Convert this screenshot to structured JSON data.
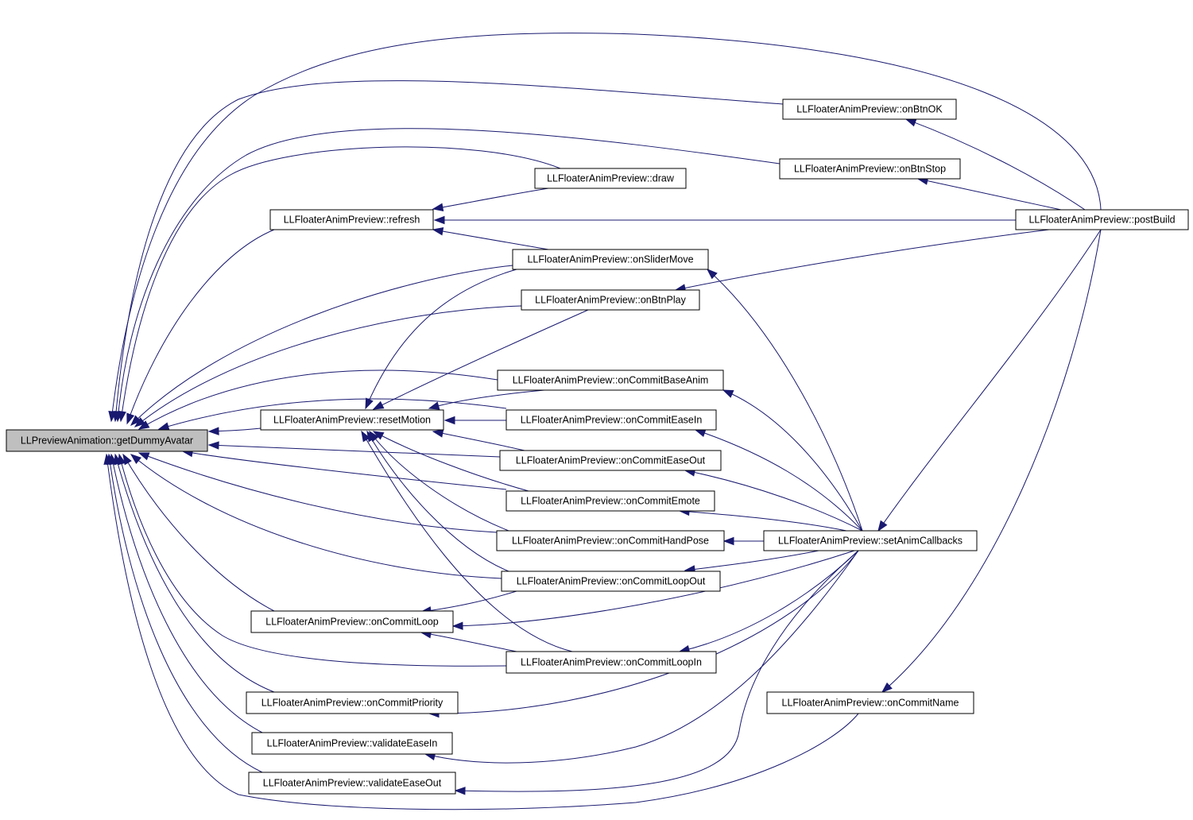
{
  "colors": {
    "edge": "#191970",
    "root_fill": "#bfbfbf",
    "node_fill": "#ffffff",
    "node_border": "#000000"
  },
  "nodes": {
    "root": "LLPreviewAnimation::getDummyAvatar",
    "onBtnOK": "LLFloaterAnimPreview::onBtnOK",
    "onBtnStop": "LLFloaterAnimPreview::onBtnStop",
    "draw": "LLFloaterAnimPreview::draw",
    "refresh": "LLFloaterAnimPreview::refresh",
    "postBuild": "LLFloaterAnimPreview::postBuild",
    "onSliderMove": "LLFloaterAnimPreview::onSliderMove",
    "onBtnPlay": "LLFloaterAnimPreview::onBtnPlay",
    "onCommitBaseAnim": "LLFloaterAnimPreview::onCommitBaseAnim",
    "resetMotion": "LLFloaterAnimPreview::resetMotion",
    "onCommitEaseIn": "LLFloaterAnimPreview::onCommitEaseIn",
    "onCommitEaseOut": "LLFloaterAnimPreview::onCommitEaseOut",
    "onCommitEmote": "LLFloaterAnimPreview::onCommitEmote",
    "onCommitHandPose": "LLFloaterAnimPreview::onCommitHandPose",
    "setAnimCallbacks": "LLFloaterAnimPreview::setAnimCallbacks",
    "onCommitLoopOut": "LLFloaterAnimPreview::onCommitLoopOut",
    "onCommitLoop": "LLFloaterAnimPreview::onCommitLoop",
    "onCommitLoopIn": "LLFloaterAnimPreview::onCommitLoopIn",
    "onCommitPriority": "LLFloaterAnimPreview::onCommitPriority",
    "onCommitName": "LLFloaterAnimPreview::onCommitName",
    "validateEaseIn": "LLFloaterAnimPreview::validateEaseIn",
    "validateEaseOut": "LLFloaterAnimPreview::validateEaseOut"
  },
  "edges": [
    [
      "onBtnOK",
      "root"
    ],
    [
      "onBtnStop",
      "root"
    ],
    [
      "draw",
      "root"
    ],
    [
      "refresh",
      "root"
    ],
    [
      "postBuild",
      "root"
    ],
    [
      "onSliderMove",
      "root"
    ],
    [
      "onBtnPlay",
      "root"
    ],
    [
      "onCommitBaseAnim",
      "root"
    ],
    [
      "resetMotion",
      "root"
    ],
    [
      "onCommitEaseIn",
      "root"
    ],
    [
      "onCommitEaseOut",
      "root"
    ],
    [
      "onCommitEmote",
      "root"
    ],
    [
      "onCommitHandPose",
      "root"
    ],
    [
      "onCommitLoopOut",
      "root"
    ],
    [
      "onCommitLoop",
      "root"
    ],
    [
      "onCommitLoopIn",
      "root"
    ],
    [
      "onCommitPriority",
      "root"
    ],
    [
      "validateEaseIn",
      "root"
    ],
    [
      "validateEaseOut",
      "root"
    ],
    [
      "onCommitName",
      "root"
    ],
    [
      "draw",
      "refresh"
    ],
    [
      "onSliderMove",
      "refresh"
    ],
    [
      "postBuild",
      "refresh"
    ],
    [
      "onSliderMove",
      "resetMotion"
    ],
    [
      "onBtnPlay",
      "resetMotion"
    ],
    [
      "onCommitBaseAnim",
      "resetMotion"
    ],
    [
      "onCommitEaseIn",
      "resetMotion"
    ],
    [
      "onCommitEaseOut",
      "resetMotion"
    ],
    [
      "onCommitEmote",
      "resetMotion"
    ],
    [
      "onCommitHandPose",
      "resetMotion"
    ],
    [
      "onCommitLoopOut",
      "resetMotion"
    ],
    [
      "onCommitLoopIn",
      "resetMotion"
    ],
    [
      "onCommitLoopOut",
      "onCommitLoop"
    ],
    [
      "onCommitLoopIn",
      "onCommitLoop"
    ],
    [
      "setAnimCallbacks",
      "onCommitLoop"
    ],
    [
      "postBuild",
      "onBtnOK"
    ],
    [
      "postBuild",
      "onBtnStop"
    ],
    [
      "postBuild",
      "onBtnPlay"
    ],
    [
      "postBuild",
      "setAnimCallbacks"
    ],
    [
      "postBuild",
      "onCommitName"
    ],
    [
      "setAnimCallbacks",
      "onSliderMove"
    ],
    [
      "setAnimCallbacks",
      "onCommitBaseAnim"
    ],
    [
      "setAnimCallbacks",
      "onCommitEaseIn"
    ],
    [
      "setAnimCallbacks",
      "onCommitEaseOut"
    ],
    [
      "setAnimCallbacks",
      "onCommitEmote"
    ],
    [
      "setAnimCallbacks",
      "onCommitHandPose"
    ],
    [
      "setAnimCallbacks",
      "onCommitLoopOut"
    ],
    [
      "setAnimCallbacks",
      "onCommitLoopIn"
    ],
    [
      "setAnimCallbacks",
      "onCommitPriority"
    ],
    [
      "setAnimCallbacks",
      "validateEaseIn"
    ],
    [
      "setAnimCallbacks",
      "validateEaseOut"
    ]
  ]
}
